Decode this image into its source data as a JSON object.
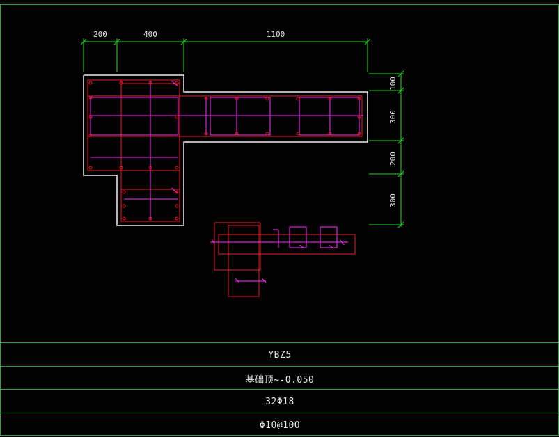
{
  "dimensions": {
    "top": [
      "200",
      "400",
      "1100"
    ],
    "right": [
      "100",
      "300",
      "200",
      "300"
    ]
  },
  "table": {
    "rows": [
      "YBZ5",
      "基础顶~-0.050",
      "32Φ18",
      "Φ10@100"
    ]
  },
  "colors": {
    "background": "#000000",
    "frame": "#3aa04a",
    "dimension": "#22dd22",
    "outline": "#f0f0f0",
    "rebar": "#ee1c24",
    "stirrup": "#ff2cff",
    "text": "#e8e8e8"
  }
}
